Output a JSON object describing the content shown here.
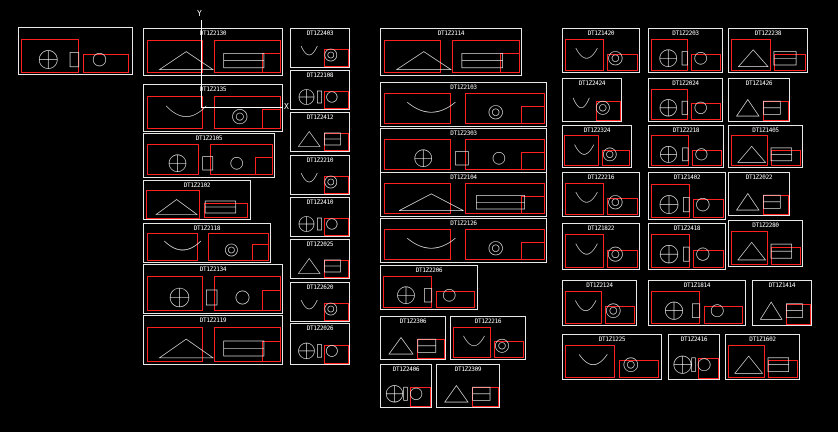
{
  "app": {
    "background": "#000000",
    "sheet_color": "#e8e8e8",
    "frame_color": "#ff2020"
  },
  "ucs": {
    "x_label": "X",
    "y_label": "Y"
  },
  "sheets": [
    {
      "label": ""
    },
    {
      "label": "DT1Z2130"
    },
    {
      "label": "DT1Z2135"
    },
    {
      "label": "DT1Z2105"
    },
    {
      "label": "DT1Z2102"
    },
    {
      "label": "DT1Z2118"
    },
    {
      "label": "DT1Z2134"
    },
    {
      "label": "DT1Z2119"
    },
    {
      "label": "DT1Z2403"
    },
    {
      "label": "DT1Z2108"
    },
    {
      "label": "DT1Z2412"
    },
    {
      "label": "DT1Z2210"
    },
    {
      "label": "DT1Z2410"
    },
    {
      "label": "DT1Z2025"
    },
    {
      "label": "DT1Z2620"
    },
    {
      "label": "DT1Z2026"
    },
    {
      "label": "DT1Z2114"
    },
    {
      "label": "DT1Z2103"
    },
    {
      "label": "DT1Z2303"
    },
    {
      "label": "DT1Z2104"
    },
    {
      "label": "DT1Z2126"
    },
    {
      "label": "DT1Z2206"
    },
    {
      "label": "DT1Z2306"
    },
    {
      "label": "DT1Z2216"
    },
    {
      "label": "DT1Z2406"
    },
    {
      "label": "DT1Z2309"
    },
    {
      "label": "DT1Z1420"
    },
    {
      "label": "DT1Z2203"
    },
    {
      "label": "DT1Z2238"
    },
    {
      "label": "DT1Z2424"
    },
    {
      "label": "DT1Z2024"
    },
    {
      "label": "DT1Z1426"
    },
    {
      "label": "DT1Z2324"
    },
    {
      "label": "DT1Z2218"
    },
    {
      "label": "DT1Z1405"
    },
    {
      "label": "DT1Z2216"
    },
    {
      "label": "DT1Z1402"
    },
    {
      "label": "DT1Z2022"
    },
    {
      "label": "DT1Z1822"
    },
    {
      "label": "DT1Z2418"
    },
    {
      "label": "DT1Z2280"
    },
    {
      "label": "DT1Z2124"
    },
    {
      "label": "DT1Z1814"
    },
    {
      "label": "DT1Z1414"
    },
    {
      "label": "DT1Z1225"
    },
    {
      "label": "DT1Z2416"
    },
    {
      "label": "DT1Z1602"
    }
  ]
}
